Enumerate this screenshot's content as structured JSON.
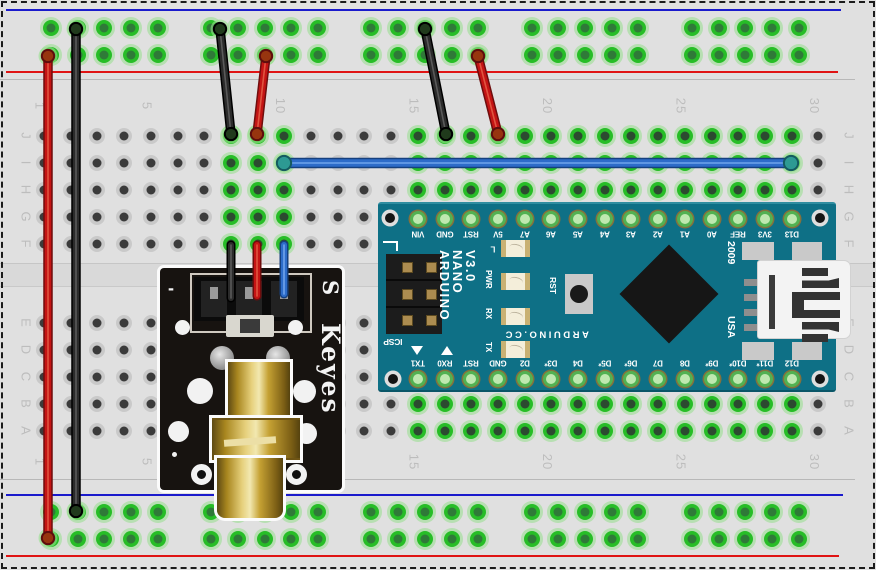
{
  "board": {
    "column_labels": [
      "1",
      "5",
      "10",
      "15",
      "20",
      "25",
      "30"
    ],
    "row_letters": [
      "J",
      "I",
      "H",
      "G",
      "F",
      "E",
      "D",
      "C",
      "B",
      "A"
    ]
  },
  "arduino": {
    "top_pins": [
      "VIN",
      "GND",
      "RST",
      "5V",
      "A7",
      "A6",
      "A5",
      "A4",
      "A3",
      "A2",
      "A1",
      "A0",
      "REF",
      "3V3",
      "D13"
    ],
    "bottom_pins": [
      "TX1",
      "RX0",
      "RST",
      "GND",
      "D2",
      "D3*",
      "D4",
      "D5*",
      "D6*",
      "D7",
      "D8",
      "D9*",
      "D10*",
      "D11*",
      "D12"
    ],
    "title_lines": "ARDUINO\nNANO\nV3.0",
    "icsp_label": "ICSP",
    "reset_label": "RST",
    "led_labels": {
      "l": "L",
      "pwr": "PWR",
      "rx": "RX",
      "tx": "TX"
    },
    "brand": "ARDUINO.CC",
    "year": "2009",
    "country": "USA"
  },
  "laser": {
    "brand": "Keyes",
    "signal_label": "S",
    "minus_label": "-"
  },
  "colors": {
    "board_teal": "#0e7086",
    "rail_blue_line": "#1a1acc",
    "rail_red_line": "#e01414",
    "seam_gray": "#b8b8b8",
    "wire_red": "#c41414",
    "wire_black": "#2b2b2b",
    "wire_blue": "#2d6cc9",
    "hole_green_ring": "#27bd27",
    "pad_green": "#bfe8b0"
  }
}
